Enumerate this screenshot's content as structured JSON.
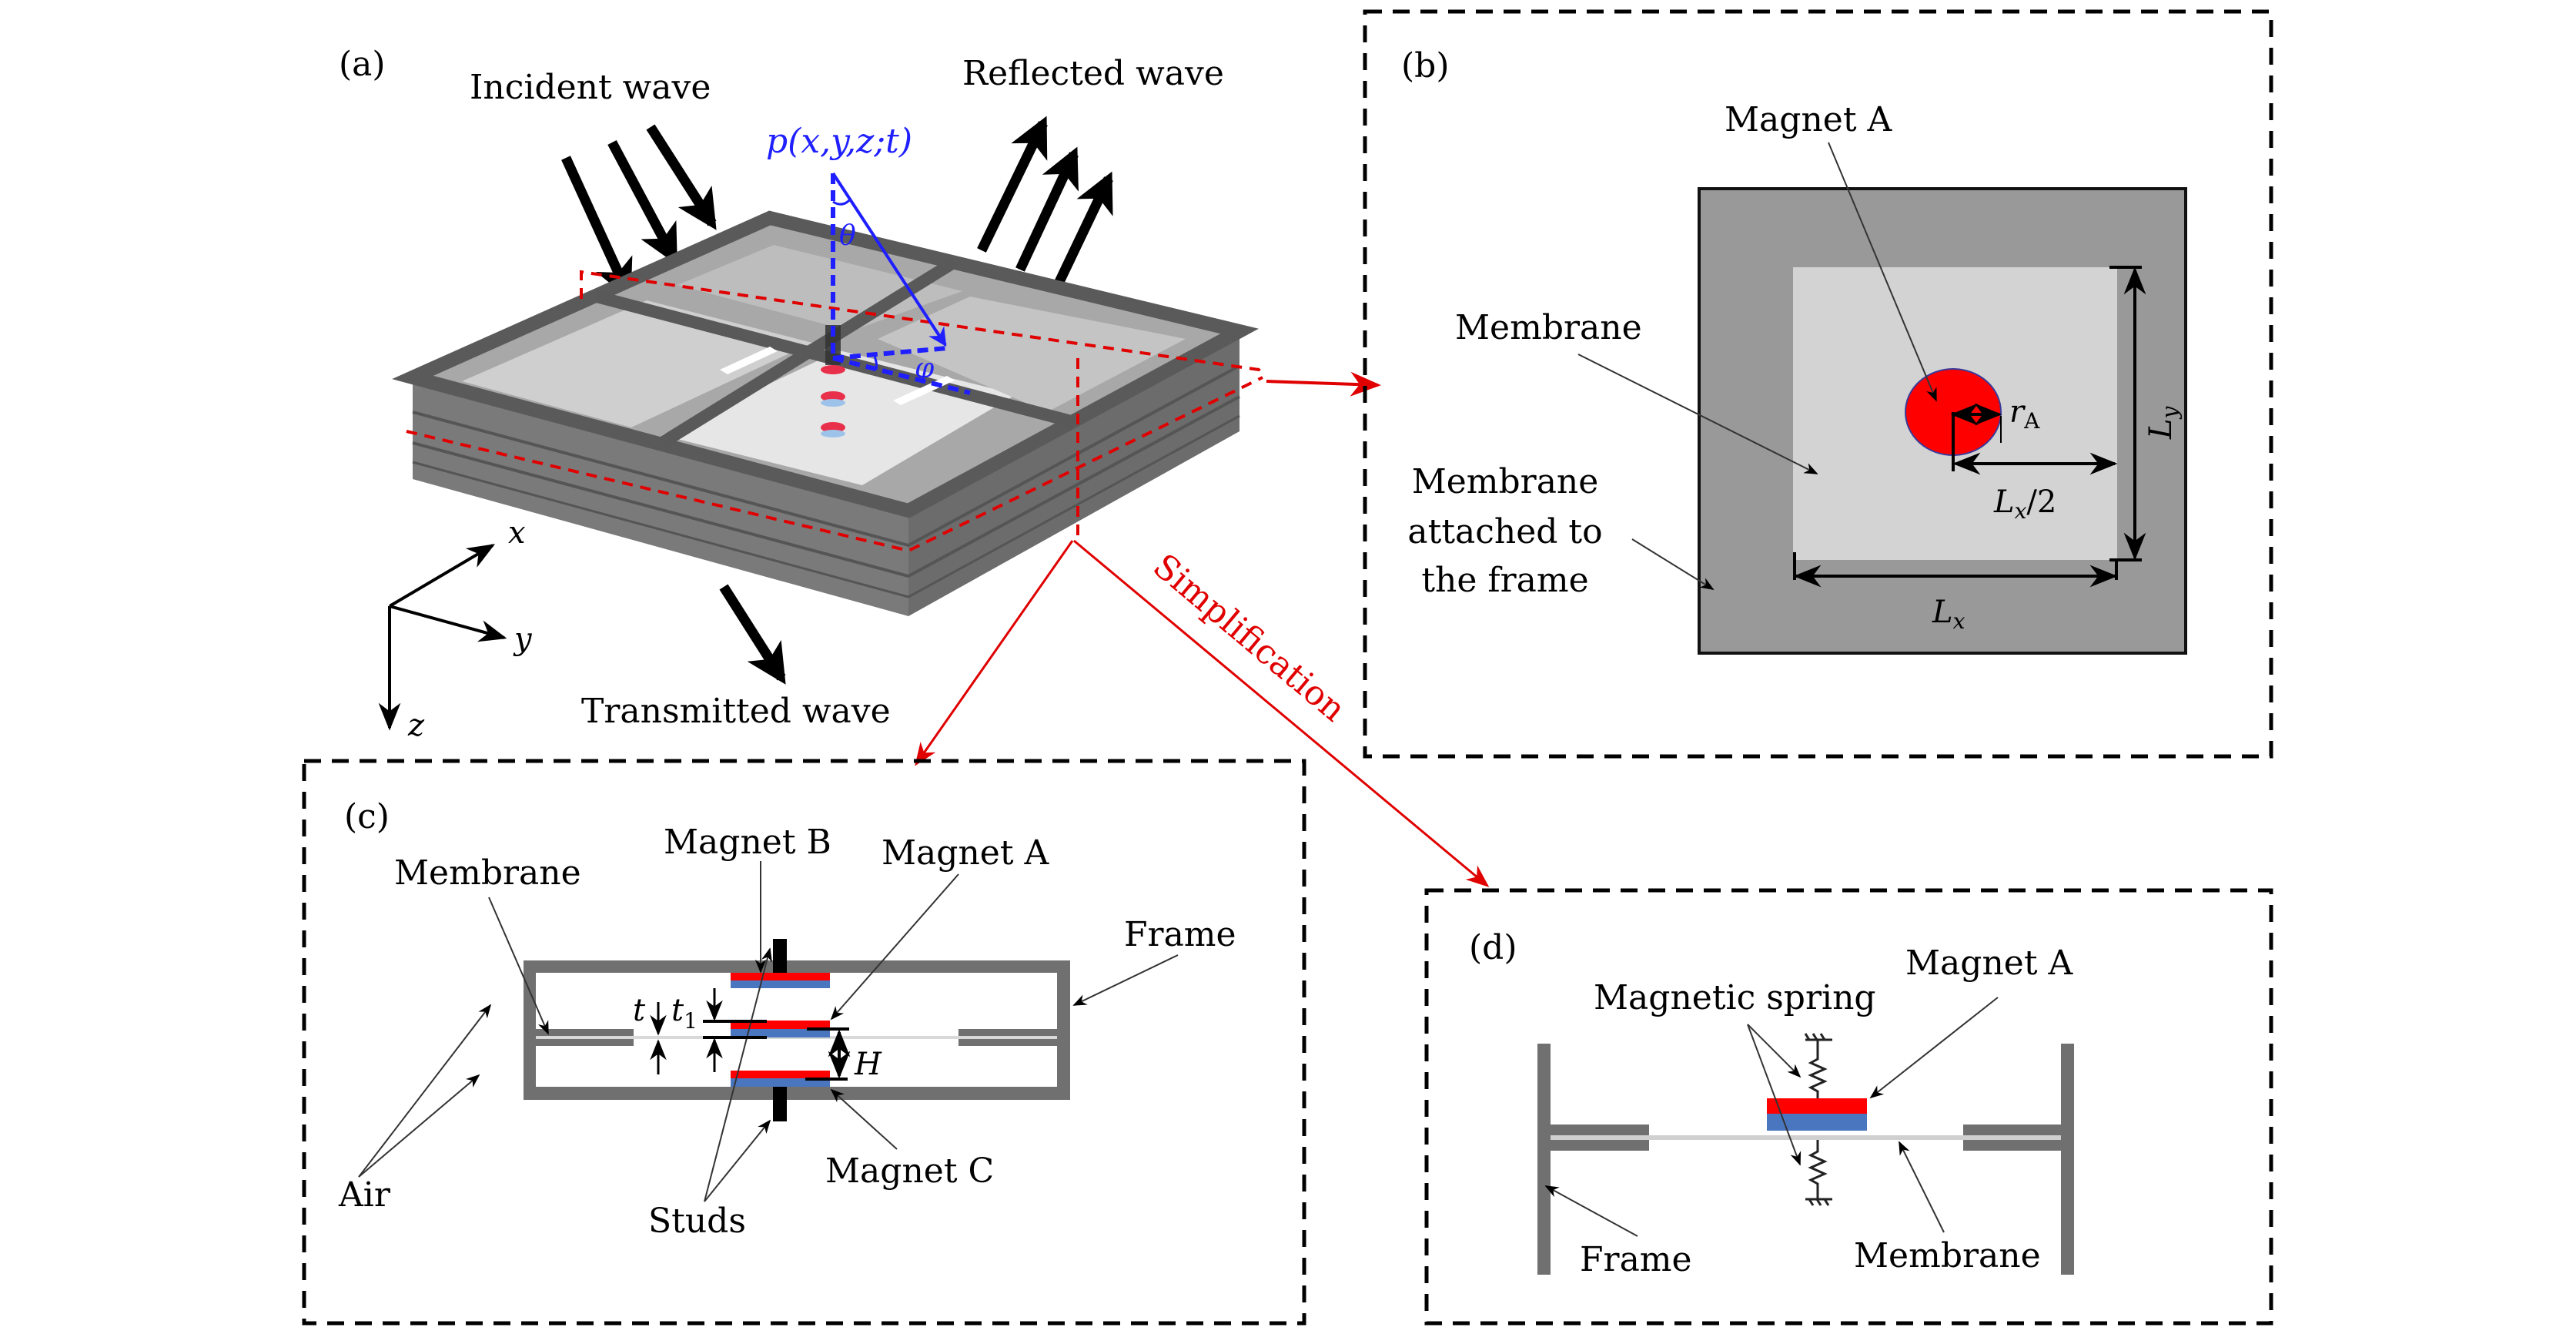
{
  "figure": {
    "panels": {
      "a": {
        "label": "(a)",
        "incident_wave": "Incident wave",
        "reflected_wave": "Reflected wave",
        "transmitted_wave": "Transmitted wave",
        "pressure": "p(x,y,z;t)",
        "theta": "θ",
        "phi": "φ",
        "axes": {
          "x": "x",
          "y": "y",
          "z": "z"
        }
      },
      "b": {
        "label": "(b)",
        "magnet": "Magnet A",
        "membrane": "Membrane",
        "attached_line1": "Membrane",
        "attached_line2": "attached to",
        "attached_line3": "the frame",
        "r_main": "r",
        "r_sub": "A",
        "lx_half": "L",
        "lx_half_sub": "x",
        "lx_half_tail": "/2",
        "lx": "L",
        "lx_sub": "x",
        "ly": "L",
        "ly_sub": "y"
      },
      "c": {
        "label": "(c)",
        "membrane": "Membrane",
        "magnet_b": "Magnet B",
        "magnet_a": "Magnet A",
        "magnet_c": "Magnet C",
        "frame": "Frame",
        "air": "Air",
        "studs": "Studs",
        "t": "t",
        "t1": "t",
        "t1_sub": "1",
        "h": "H"
      },
      "d": {
        "label": "(d)",
        "magnetic_spring": "Magnetic spring",
        "magnet_a": "Magnet A",
        "frame": "Frame",
        "membrane": "Membrane"
      }
    },
    "connector_label": "Simplification",
    "colors": {
      "magnet_north": "#ff0000",
      "magnet_south": "#4a76c0",
      "frame": "#707070",
      "panel_b_frame": "#999999",
      "panel_b_membrane": "#d3d3d3",
      "annotation_blue": "#1f1fff",
      "connector_red": "#e00000"
    }
  }
}
